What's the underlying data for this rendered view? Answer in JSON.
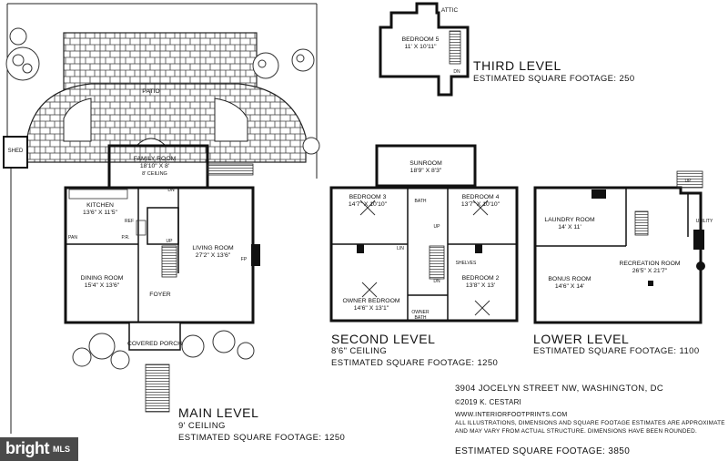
{
  "third_level": {
    "attic": "ATTIC",
    "bedroom5_name": "BEDROOM 5",
    "bedroom5_dim": "11' X 10'11\"",
    "title": "THIRD LEVEL",
    "sqft": "ESTIMATED SQUARE FOOTAGE: 250",
    "dn": "DN"
  },
  "main_level": {
    "patio": "PATIO",
    "shed": "SHED",
    "family_room_name": "FAMILY ROOM",
    "family_room_dim": "18'10\" X 8'",
    "family_room_note": "8' CEILING",
    "kitchen_name": "KITCHEN",
    "kitchen_dim": "13'6\" X 11'5\"",
    "living_room_name": "LIVING ROOM",
    "living_room_dim": "27'2\" X 13'6\"",
    "dining_room_name": "DINING ROOM",
    "dining_room_dim": "15'4\" X 13'6\"",
    "foyer": "FOYER",
    "covered_porch": "COVERED PORCH",
    "fp": "FP",
    "dn": "DN",
    "up": "UP",
    "pan": "PAN",
    "ref": "REF",
    "pr": "P.R.",
    "title": "MAIN LEVEL",
    "ceiling": "9' CEILING",
    "sqft": "ESTIMATED SQUARE FOOTAGE: 1250"
  },
  "second_level": {
    "sunroom_name": "SUNROOM",
    "sunroom_dim": "18'9\" X 8'3\"",
    "bedroom3_name": "BEDROOM 3",
    "bedroom3_dim": "14'7\" X 10'10\"",
    "bedroom4_name": "BEDROOM 4",
    "bedroom4_dim": "13'7\" X 10'10\"",
    "bath": "BATH",
    "lin": "LIN",
    "shelves": "SHELVES",
    "owner_bedroom_name": "OWNER BEDROOM",
    "owner_bedroom_dim": "14'6\" X 13'1\"",
    "bedroom2_name": "BEDROOM 2",
    "bedroom2_dim": "13'8\" X 13'",
    "owner_bath": "OWNER BATH",
    "up": "UP",
    "dn": "DN",
    "title": "SECOND LEVEL",
    "ceiling": "8'6\" CEILING",
    "sqft": "ESTIMATED SQUARE FOOTAGE: 1250"
  },
  "lower_level": {
    "laundry_name": "LAUNDRY ROOM",
    "laundry_dim": "14' X 11'",
    "utility": "UTILITY",
    "bonus_name": "BONUS ROOM",
    "bonus_dim": "14'6\" X 14'",
    "recreation_name": "RECREATION ROOM",
    "recreation_dim": "26'5\" X 21'7\"",
    "up": "UP",
    "title": "LOWER LEVEL",
    "sqft": "ESTIMATED SQUARE FOOTAGE: 1100"
  },
  "info": {
    "address": "3904 JOCELYN STREET NW, WASHINGTON, DC",
    "copyright": "©2019 K. CESTARI",
    "website": "WWW.INTERIORFOOTPRINTS.COM",
    "disclaimer1": "ALL ILLUSTRATIONS, DIMENSIONS AND SQUARE FOOTAGE ESTIMATES ARE APPROXIMATE",
    "disclaimer2": "AND MAY VARY FROM ACTUAL STRUCTURE. DIMENSIONS HAVE BEEN ROUNDED.",
    "total_sqft": "ESTIMATED SQUARE FOOTAGE: 3850"
  },
  "watermark": {
    "brand": "bright",
    "suffix": "MLS"
  }
}
